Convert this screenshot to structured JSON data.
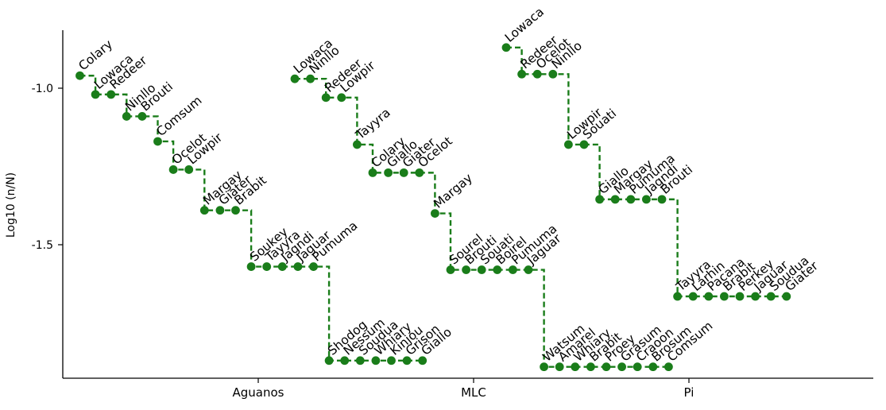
{
  "chart_data": {
    "type": "scatter",
    "ylabel": "Log10 (n/N)",
    "yticks": [
      -1.0,
      -1.5
    ],
    "yticklabels": [
      "-1.0",
      "-1.5"
    ],
    "ylim": [
      -1.93,
      -0.82
    ],
    "grid": false,
    "colors": {
      "marker": "#1a7d1a",
      "line": "#1a7d1a"
    },
    "groups": [
      {
        "category": "Aguanos",
        "points": [
          {
            "label": "Colary",
            "y": -0.96
          },
          {
            "label": "Lowaca",
            "y": -1.02
          },
          {
            "label": "Redeer",
            "y": -1.02
          },
          {
            "label": "Ninllo",
            "y": -1.09
          },
          {
            "label": "Brouti",
            "y": -1.09
          },
          {
            "label": "Comsum",
            "y": -1.17
          },
          {
            "label": "Ocelot",
            "y": -1.26
          },
          {
            "label": "Lowpir",
            "y": -1.26
          },
          {
            "label": "Margay",
            "y": -1.39
          },
          {
            "label": "Giater",
            "y": -1.39
          },
          {
            "label": "Brabit",
            "y": -1.39
          },
          {
            "label": "Soukey",
            "y": -1.57
          },
          {
            "label": "Tayyra",
            "y": -1.57
          },
          {
            "label": "Jagndi",
            "y": -1.57
          },
          {
            "label": "Jaguar",
            "y": -1.57
          },
          {
            "label": "Pumuma",
            "y": -1.57
          },
          {
            "label": "Shodog",
            "y": -1.87
          },
          {
            "label": "Nessum",
            "y": -1.87
          },
          {
            "label": "Soudua",
            "y": -1.87
          },
          {
            "label": "Whiary",
            "y": -1.87
          },
          {
            "label": "Kinjou",
            "y": -1.87
          },
          {
            "label": "Grison",
            "y": -1.87
          },
          {
            "label": "Giallo",
            "y": -1.87
          }
        ]
      },
      {
        "category": "MLC",
        "points": [
          {
            "label": "Lowaca",
            "y": -0.97
          },
          {
            "label": "Ninllo",
            "y": -0.97
          },
          {
            "label": "Redeer",
            "y": -1.03
          },
          {
            "label": "Lowpir",
            "y": -1.03
          },
          {
            "label": "Tayyra",
            "y": -1.18
          },
          {
            "label": "Colary",
            "y": -1.27
          },
          {
            "label": "Giallo",
            "y": -1.27
          },
          {
            "label": "Giater",
            "y": -1.27
          },
          {
            "label": "Ocelot",
            "y": -1.27
          },
          {
            "label": "Margay",
            "y": -1.4
          },
          {
            "label": "Sourel",
            "y": -1.58
          },
          {
            "label": "Brouti",
            "y": -1.58
          },
          {
            "label": "Souati",
            "y": -1.58
          },
          {
            "label": "Boirel",
            "y": -1.58
          },
          {
            "label": "Pumuma",
            "y": -1.58
          },
          {
            "label": "Jaguar",
            "y": -1.58
          },
          {
            "label": "Watsum",
            "y": -1.89
          },
          {
            "label": "Amarel",
            "y": -1.89
          },
          {
            "label": "Whiary",
            "y": -1.89
          },
          {
            "label": "Brabit",
            "y": -1.89
          },
          {
            "label": "Proey",
            "y": -1.89
          },
          {
            "label": "Grasum",
            "y": -1.89
          },
          {
            "label": "Craoon",
            "y": -1.89
          },
          {
            "label": "Brosum",
            "y": -1.89
          },
          {
            "label": "Comsum",
            "y": -1.89
          }
        ]
      },
      {
        "category": "Pi",
        "points": [
          {
            "label": "Lowaca",
            "y": -0.87
          },
          {
            "label": "Redeer",
            "y": -0.955
          },
          {
            "label": "Ocelot",
            "y": -0.955
          },
          {
            "label": "Ninllo",
            "y": -0.955
          },
          {
            "label": "Lowpir",
            "y": -1.18
          },
          {
            "label": "Souati",
            "y": -1.18
          },
          {
            "label": "Giallo",
            "y": -1.355
          },
          {
            "label": "Margay",
            "y": -1.355
          },
          {
            "label": "Pumuma",
            "y": -1.355
          },
          {
            "label": "Jagndi",
            "y": -1.355
          },
          {
            "label": "Brouti",
            "y": -1.355
          },
          {
            "label": "Tayyra",
            "y": -1.665
          },
          {
            "label": "Larhin",
            "y": -1.665
          },
          {
            "label": "Pacana",
            "y": -1.665
          },
          {
            "label": "Brabit",
            "y": -1.665
          },
          {
            "label": "Perkey",
            "y": -1.665
          },
          {
            "label": "Jaguar",
            "y": -1.665
          },
          {
            "label": "Soudua",
            "y": -1.665
          },
          {
            "label": "Giater",
            "y": -1.665
          }
        ]
      }
    ]
  }
}
